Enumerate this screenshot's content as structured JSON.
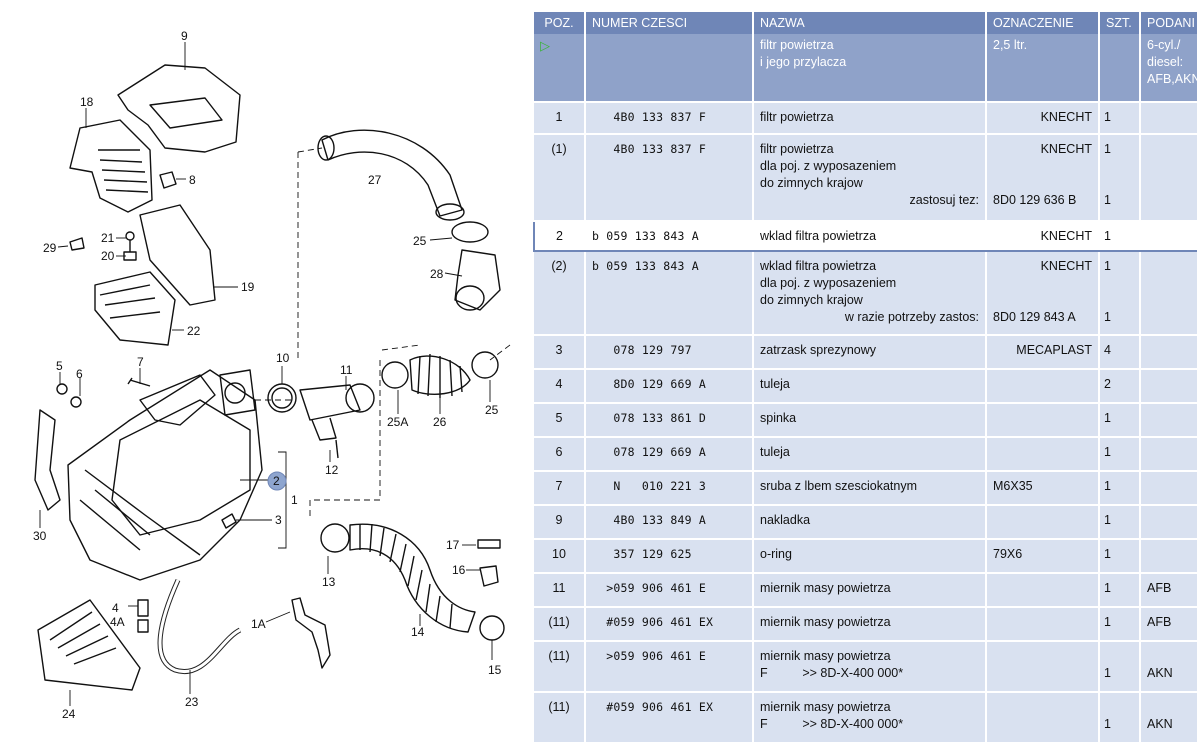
{
  "diagram": {
    "callouts": [
      "9",
      "18",
      "8",
      "27",
      "21",
      "20",
      "29",
      "19",
      "25",
      "28",
      "22",
      "10",
      "11",
      "7",
      "5",
      "6",
      "25A",
      "26",
      "25",
      "2",
      "1",
      "3",
      "12",
      "30",
      "17",
      "16",
      "4",
      "4A",
      "1A",
      "13",
      "14",
      "15",
      "24",
      "23"
    ]
  },
  "table": {
    "columns": [
      "POZ.",
      "NUMER CZESCI",
      "NAZWA",
      "OZNACZENIE",
      "SZT.",
      "PODANI"
    ],
    "header_row": {
      "name_lines": [
        "filtr powietrza",
        "i jego przylacza"
      ],
      "designation": "2,5 ltr.",
      "note_lines": [
        "6-cyl./",
        "diesel:",
        "AFB,AKN"
      ]
    },
    "rows": [
      {
        "poz": "1",
        "prefix": "",
        "part": "4B0 133 837 F",
        "name_lines": [
          "filtr powietrza"
        ],
        "brand": "KNECHT",
        "qty": "1",
        "note": ""
      },
      {
        "poz": "(1)",
        "prefix": "",
        "part": "4B0 133 837 F",
        "name_lines": [
          "filtr powietrza",
          "dla poj. z wyposazeniem",
          "do zimnych krajow"
        ],
        "brand": "KNECHT",
        "qty": "1",
        "note": "",
        "extra_label": "zastosuj tez:",
        "extra_value": "8D0 129 636 B",
        "extra_qty": "1"
      },
      {
        "poz": "2",
        "prefix": "b",
        "part": "059 133 843 A",
        "name_lines": [
          "wklad filtra powietrza"
        ],
        "brand": "KNECHT",
        "qty": "1",
        "note": ""
      },
      {
        "poz": "(2)",
        "prefix": "b",
        "part": "059 133 843 A",
        "name_lines": [
          "wklad filtra powietrza",
          "dla poj. z wyposazeniem",
          "do zimnych krajow"
        ],
        "brand": "KNECHT",
        "qty": "1",
        "note": "",
        "extra_label": "w razie potrzeby zastos:",
        "extra_value": "8D0 129 843 A",
        "extra_qty": "1"
      },
      {
        "poz": "3",
        "prefix": "",
        "part": "078 129 797",
        "name_lines": [
          "zatrzask sprezynowy"
        ],
        "brand": "MECAPLAST",
        "qty": "4",
        "note": ""
      },
      {
        "poz": "4",
        "prefix": "",
        "part": "8D0 129 669 A",
        "name_lines": [
          "tuleja"
        ],
        "brand": "",
        "qty": "2",
        "note": ""
      },
      {
        "poz": "5",
        "prefix": "",
        "part": "078 133 861 D",
        "name_lines": [
          "spinka"
        ],
        "brand": "",
        "qty": "1",
        "note": ""
      },
      {
        "poz": "6",
        "prefix": "",
        "part": "078 129 669 A",
        "name_lines": [
          "tuleja"
        ],
        "brand": "",
        "qty": "1",
        "note": ""
      },
      {
        "poz": "7",
        "prefix": "N",
        "part": "010 221 3",
        "name_lines": [
          "sruba  z lbem szesciokatnym"
        ],
        "brand": "M6X35",
        "qty": "1",
        "note": ""
      },
      {
        "poz": "9",
        "prefix": "",
        "part": "4B0 133 849 A",
        "name_lines": [
          "nakladka"
        ],
        "brand": "",
        "qty": "1",
        "note": ""
      },
      {
        "poz": "10",
        "prefix": "",
        "part": "357 129 625",
        "name_lines": [
          "o-ring"
        ],
        "brand": "79X6",
        "qty": "1",
        "note": ""
      },
      {
        "poz": "11",
        "prefix": "",
        "part": ">059 906 461 E",
        "name_lines": [
          "miernik masy powietrza"
        ],
        "brand": "",
        "qty": "1",
        "note": "AFB"
      },
      {
        "poz": "(11)",
        "prefix": "",
        "part": "#059 906 461 EX",
        "name_lines": [
          "miernik masy powietrza"
        ],
        "brand": "",
        "qty": "1",
        "note": "AFB"
      },
      {
        "poz": "(11)",
        "prefix": "",
        "part": ">059 906 461 E",
        "name_lines": [
          "miernik masy powietrza",
          "F          >> 8D-X-400 000*"
        ],
        "brand": "",
        "qty": "1",
        "note": "AKN"
      },
      {
        "poz": "(11)",
        "prefix": "",
        "part": "#059 906 461 EX",
        "name_lines": [
          "miernik masy powietrza",
          "F          >> 8D-X-400 000*"
        ],
        "brand": "",
        "qty": "1",
        "note": "AKN"
      }
    ]
  }
}
